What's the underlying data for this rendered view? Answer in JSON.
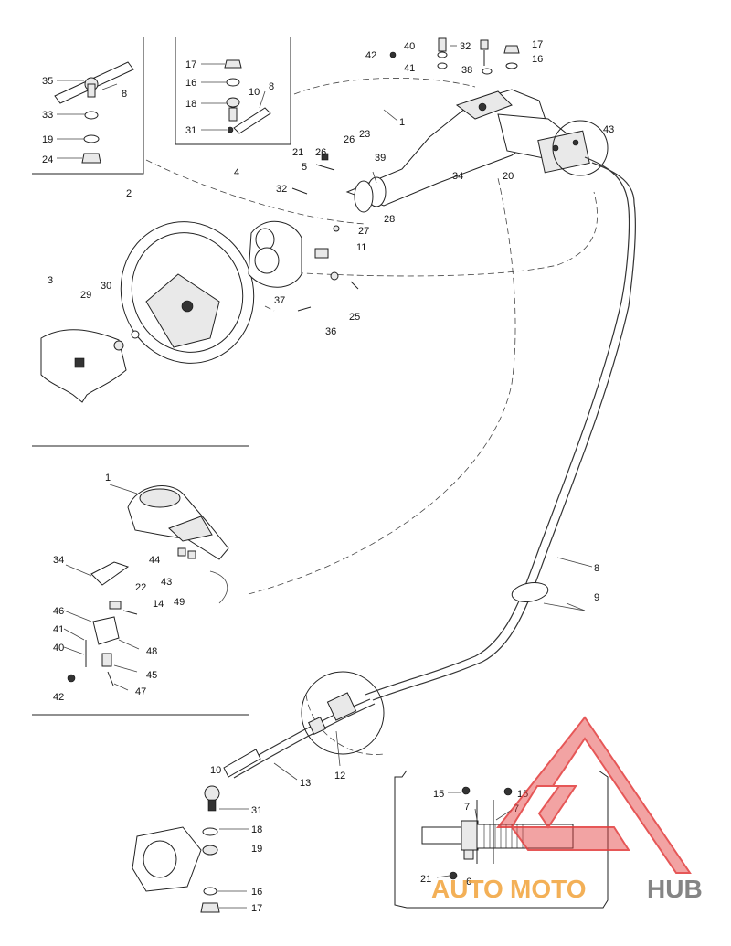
{
  "callouts": {
    "c1": "1",
    "c1b": "1",
    "c2": "2",
    "c3": "3",
    "c4": "4",
    "c5": "5",
    "c6": "6",
    "c7a": "7",
    "c7b": "7",
    "c8a": "8",
    "c8b": "8",
    "c8c": "8",
    "c9": "9",
    "c10a": "10",
    "c10b": "10",
    "c11": "11",
    "c12": "12",
    "c13": "13",
    "c14": "14",
    "c15a": "15",
    "c15b": "15",
    "c16a": "16",
    "c16b": "16",
    "c16c": "16",
    "c17a": "17",
    "c17b": "17",
    "c17c": "17",
    "c18a": "18",
    "c18b": "18",
    "c19a": "19",
    "c19b": "19",
    "c20": "20",
    "c21a": "21",
    "c21b": "21",
    "c22": "22",
    "c23": "23",
    "c24": "24",
    "c25": "25",
    "c26a": "26",
    "c26b": "26",
    "c27": "27",
    "c28": "28",
    "c29": "29",
    "c30": "30",
    "c31a": "31",
    "c31b": "31",
    "c32a": "32",
    "c32b": "32",
    "c33": "33",
    "c34a": "34",
    "c34b": "34",
    "c35": "35",
    "c36": "36",
    "c37": "37",
    "c38": "38",
    "c39": "39",
    "c40a": "40",
    "c40b": "40",
    "c41a": "41",
    "c41b": "41",
    "c42a": "42",
    "c42b": "42",
    "c43a": "43",
    "c43b": "43",
    "c44": "44",
    "c45": "45",
    "c46": "46",
    "c47": "47",
    "c48": "48",
    "c49": "49"
  },
  "watermark": {
    "brand_auto": "AUTO",
    "brand_moto": "MOTO",
    "brand_hub": "HUB",
    "logo_color": "#e23a3a",
    "orange": "#f2a33a",
    "grey": "#707070"
  }
}
